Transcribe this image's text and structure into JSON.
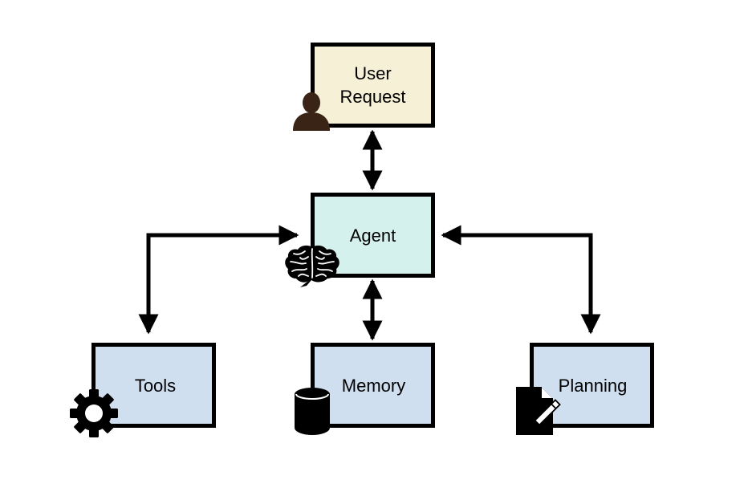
{
  "nodes": {
    "user_request": {
      "label": "User\nRequest",
      "color": "#F5F0D6"
    },
    "agent": {
      "label": "Agent",
      "color": "#D4F1EE"
    },
    "tools": {
      "label": "Tools",
      "color": "#D0DFF0"
    },
    "memory": {
      "label": "Memory",
      "color": "#D0DFF0"
    },
    "planning": {
      "label": "Planning",
      "color": "#D0DFF0"
    }
  },
  "icons": {
    "user_request": "person-icon",
    "agent": "brain-icon",
    "tools": "gear-icon",
    "memory": "database-icon",
    "planning": "document-pencil-icon"
  },
  "colors": {
    "border": "#000000",
    "person_icon": "#3A2416",
    "icon": "#000000"
  }
}
